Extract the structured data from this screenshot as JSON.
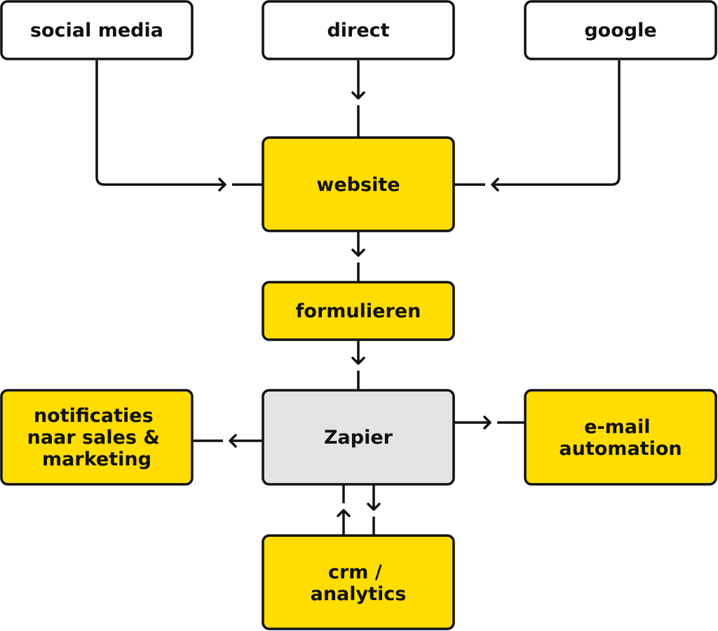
{
  "colors": {
    "source_fill": "#ffffff",
    "process_fill": "#ffdd00",
    "hub_fill": "#e4e3e5",
    "stroke": "#111111",
    "text": "#111111"
  },
  "nodes": {
    "social_media": {
      "lines": [
        "social media"
      ],
      "kind": "source"
    },
    "direct": {
      "lines": [
        "direct"
      ],
      "kind": "source"
    },
    "google": {
      "lines": [
        "google"
      ],
      "kind": "source"
    },
    "website": {
      "lines": [
        "website"
      ],
      "kind": "process"
    },
    "formulieren": {
      "lines": [
        "formulieren"
      ],
      "kind": "process"
    },
    "zapier": {
      "lines": [
        "Zapier"
      ],
      "kind": "hub"
    },
    "notificaties": {
      "lines": [
        "notificaties",
        "naar sales &",
        "marketing"
      ],
      "kind": "process"
    },
    "email_automation": {
      "lines": [
        "e-mail",
        "automation"
      ],
      "kind": "process"
    },
    "crm_analytics": {
      "lines": [
        "crm /",
        "analytics"
      ],
      "kind": "process"
    }
  },
  "edges": [
    {
      "from": "direct",
      "to": "website"
    },
    {
      "from": "social_media",
      "to": "website"
    },
    {
      "from": "google",
      "to": "website"
    },
    {
      "from": "website",
      "to": "formulieren"
    },
    {
      "from": "formulieren",
      "to": "zapier"
    },
    {
      "from": "zapier",
      "to": "notificaties"
    },
    {
      "from": "zapier",
      "to": "email_automation"
    },
    {
      "from": "zapier",
      "to": "crm_analytics"
    },
    {
      "from": "crm_analytics",
      "to": "zapier"
    }
  ]
}
